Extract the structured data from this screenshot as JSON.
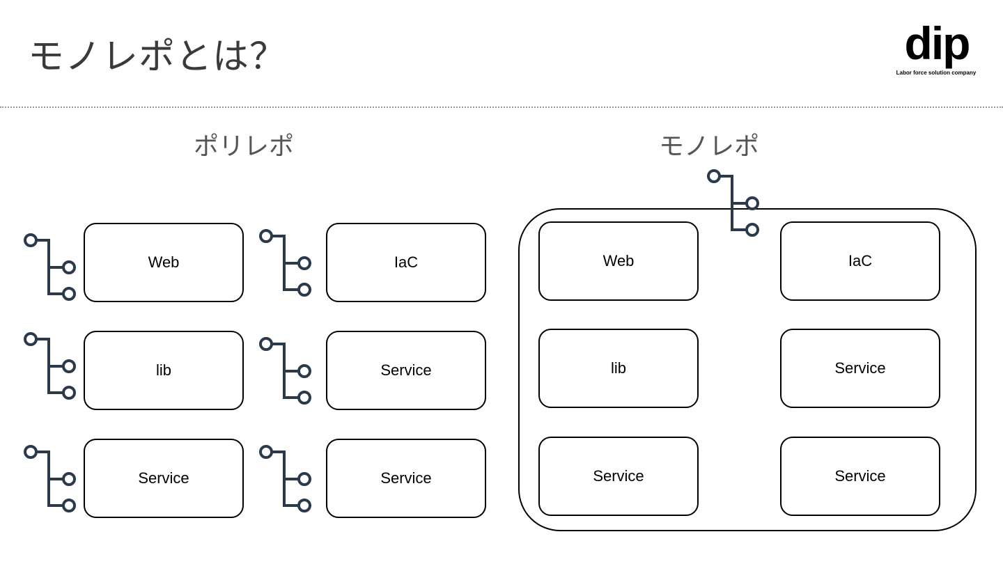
{
  "header": {
    "title": "モノレポとは？",
    "logo": {
      "word": "dip",
      "tagline": "Labor force solution company"
    }
  },
  "polyrepo": {
    "title": "ポリレポ",
    "repos": [
      "Web",
      "IaC",
      "lib",
      "Service",
      "Service",
      "Service"
    ]
  },
  "monorepo": {
    "title": "モノレポ",
    "packages": [
      "Web",
      "IaC",
      "lib",
      "Service",
      "Service",
      "Service"
    ]
  },
  "icons": {
    "branch": "git-branch-icon",
    "branch_color": "#2b3a4a"
  }
}
